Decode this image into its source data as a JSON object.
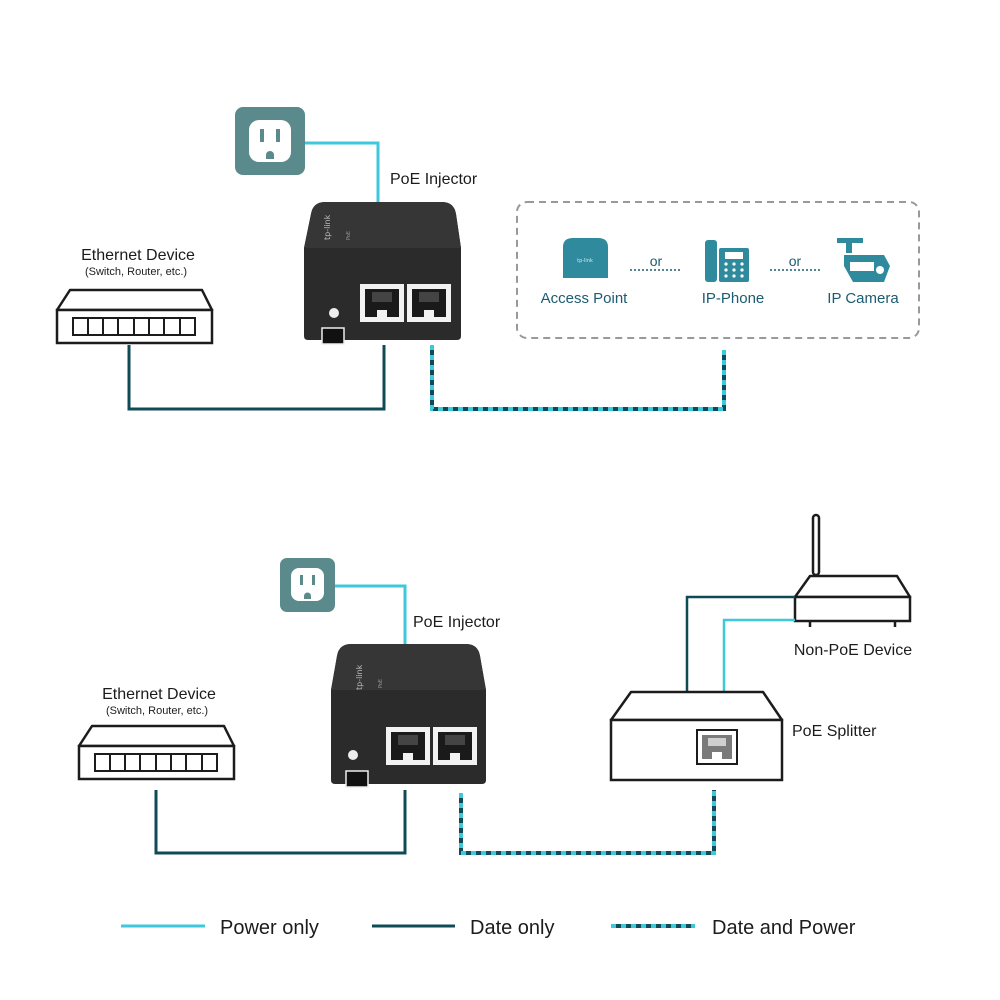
{
  "colors": {
    "power_only": "#3ec8dd",
    "data_only": "#0f4b55",
    "outlet_bg": "#5a8a8c",
    "injector_body": "#2b2b2b",
    "device_icon_teal": "#2e8a9c",
    "label_text": "#1c1c1c"
  },
  "top": {
    "outlet_icon": "power-outlet-icon",
    "injector_label": "PoE Injector",
    "ethernet_device_label": "Ethernet Device",
    "ethernet_device_sub": "(Switch, Router, etc.)",
    "pd_group": {
      "items": [
        {
          "label": "Access Point",
          "icon": "access-point-icon"
        },
        {
          "label": "IP-Phone",
          "icon": "ip-phone-icon"
        },
        {
          "label": "IP Camera",
          "icon": "ip-camera-icon"
        }
      ],
      "separator": "or"
    }
  },
  "bottom": {
    "outlet_icon": "power-outlet-icon",
    "injector_label": "PoE Injector",
    "ethernet_device_label": "Ethernet Device",
    "ethernet_device_sub": "(Switch, Router, etc.)",
    "non_poe_label": "Non-PoE Device",
    "splitter_label": "PoE Splitter"
  },
  "legend": [
    {
      "label": "Power only",
      "style": "power"
    },
    {
      "label": "Date only",
      "style": "data"
    },
    {
      "label": "Date and Power",
      "style": "both"
    }
  ]
}
